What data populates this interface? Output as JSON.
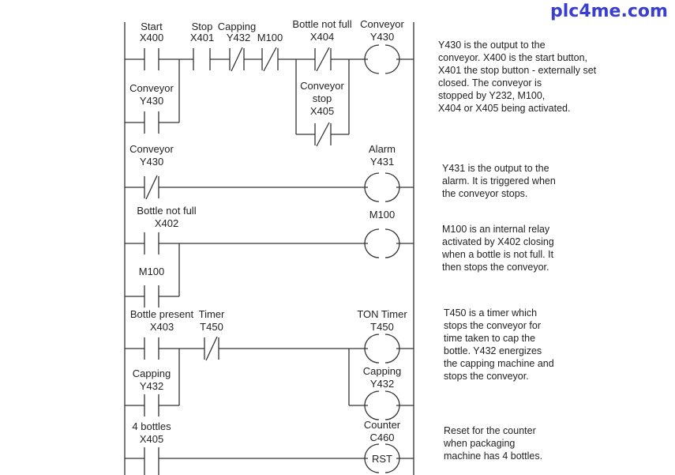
{
  "brand": {
    "text": "plc4me.com",
    "color": "#3b3fd0"
  },
  "rungs": [
    {
      "id": "rung-conveyor",
      "contacts": [
        {
          "name": "Start",
          "addr": "X400",
          "type": "NO"
        },
        {
          "name": "Stop",
          "addr": "X401",
          "type": "NO"
        },
        {
          "name": "Capping",
          "addr": "Y432",
          "type": "NC"
        },
        {
          "name": "",
          "addr": "M100",
          "type": "NC"
        },
        {
          "name": "Bottle not full",
          "addr": "X404",
          "type": "NC"
        }
      ],
      "branches": [
        {
          "name": "Conveyor",
          "addr": "Y430",
          "type": "NO",
          "parallel_to": "X400"
        },
        {
          "name": "Conveyor stop",
          "addr": "X405",
          "type": "NC",
          "parallel_to": "X404"
        }
      ],
      "coil": {
        "name": "Conveyor",
        "addr": "Y430"
      },
      "note": "Y430 is the output to the\nconveyor. X400 is the start button,\nX401 the stop button - externally set\nclosed. The conveyor is\nstopped by Y232, M100,\nX404 or X405 being activated."
    },
    {
      "id": "rung-alarm",
      "contacts": [
        {
          "name": "Conveyor",
          "addr": "Y430",
          "type": "NC"
        }
      ],
      "coil": {
        "name": "Alarm",
        "addr": "Y431"
      },
      "note": "Y431 is the output to the\nalarm. It is triggered when\nthe conveyor stops."
    },
    {
      "id": "rung-m100",
      "contacts": [
        {
          "name": "Bottle not full",
          "addr": "X402",
          "type": "NO"
        }
      ],
      "branches": [
        {
          "name": "",
          "addr": "M100",
          "type": "NO",
          "parallel_to": "X402"
        }
      ],
      "coil": {
        "name": "",
        "addr": "M100"
      },
      "note": "M100 is an internal relay\nactivated by X402 closing\nwhen a bottle is not full. It\nthen stops the conveyor."
    },
    {
      "id": "rung-timer",
      "contacts": [
        {
          "name": "Bottle present",
          "addr": "X403",
          "type": "NO"
        },
        {
          "name": "Timer",
          "addr": "T450",
          "type": "NC"
        }
      ],
      "branches": [
        {
          "name": "Capping",
          "addr": "Y432",
          "type": "NO",
          "parallel_to": "X403"
        }
      ],
      "coils": [
        {
          "name": "TON Timer",
          "addr": "T450"
        },
        {
          "name": "Capping",
          "addr": "Y432"
        }
      ],
      "note": "T450 is a timer which\nstops the conveyor for\ntime taken to cap the\nbottle. Y432 energizes\nthe capping machine and\nstops the conveyor."
    },
    {
      "id": "rung-counter-reset",
      "contacts": [
        {
          "name": "4 bottles",
          "addr": "X405",
          "type": "NO"
        }
      ],
      "coil": {
        "name": "Counter",
        "addr": "C460",
        "inner": "RST"
      },
      "note": "Reset for the counter\nwhen packaging\nmachine has 4 bottles."
    }
  ]
}
